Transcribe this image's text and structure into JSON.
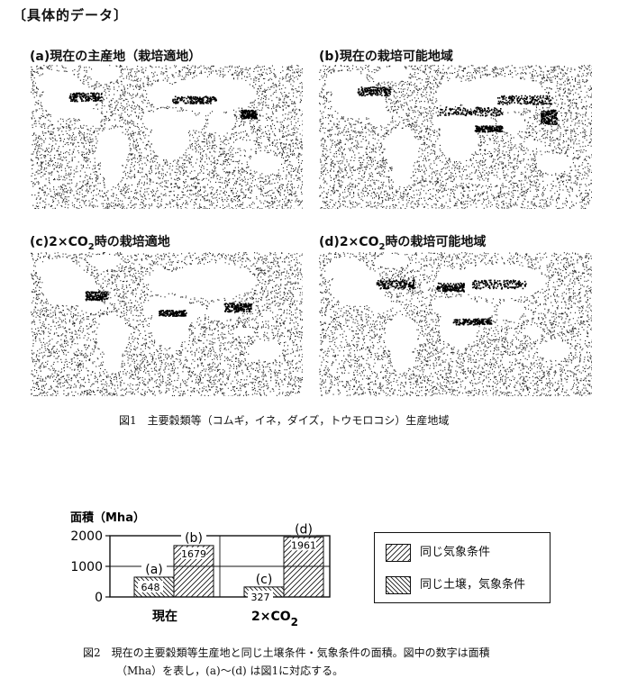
{
  "section_header": "〔具体的データ〕",
  "maps": [
    {
      "id": "a",
      "label_prefix": "(a)",
      "label_text": "現在の主産地（栽培適地）"
    },
    {
      "id": "b",
      "label_prefix": "(b)",
      "label_text": "現在の栽培可能地域"
    },
    {
      "id": "c",
      "label_prefix": "(c)2×CO",
      "label_sub": "2",
      "label_text": "時の栽培適地"
    },
    {
      "id": "d",
      "label_prefix": "(d)2×CO",
      "label_sub": "2",
      "label_text": "時の栽培可能地域"
    }
  ],
  "figure1_caption": "図1　主要穀類等（コムギ，イネ，ダイズ，トウモロコシ）生産地域",
  "chart_data": {
    "type": "bar",
    "title": "",
    "ylabel": "面積（Mha）",
    "ylim": [
      0,
      2000
    ],
    "yticks": [
      0,
      1000,
      2000
    ],
    "categories": [
      "現在",
      "2×CO2"
    ],
    "category_labels": [
      {
        "main": "現在",
        "sub": ""
      },
      {
        "main": "2×CO",
        "sub": "2"
      }
    ],
    "series": [
      {
        "name": "同じ土壌，気象条件",
        "values": [
          648,
          327
        ],
        "hatch": "backslash"
      },
      {
        "name": "同じ気象条件",
        "values": [
          1679,
          1961
        ],
        "hatch": "slash"
      }
    ],
    "bar_letters": [
      [
        "(a)",
        "(b)"
      ],
      [
        "(c)",
        "(d)"
      ]
    ],
    "grid": true
  },
  "legend": [
    {
      "label": "同じ気象条件",
      "hatch": "slash"
    },
    {
      "label": "同じ土壌，気象条件",
      "hatch": "backslash"
    }
  ],
  "figure2_caption_line1": "図2　現在の主要穀類等生産地と同じ土壌条件・気象条件の面積。図中の数字は面積",
  "figure2_caption_line2": "（Mha）を表し，(a)～(d) は図1に対応する。"
}
